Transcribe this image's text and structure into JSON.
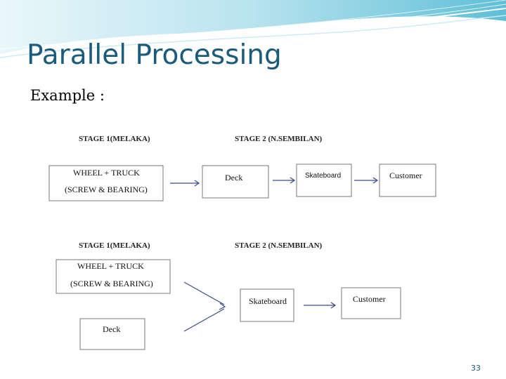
{
  "slide": {
    "title": "Parallel Processing",
    "subtitle": "Example :",
    "page_number": "33"
  },
  "diagram": {
    "top": {
      "stage1_header": "STAGE 1(MELAKA)",
      "stage2_header": "STAGE 2 (N.SEMBILAN)",
      "box1_line1": "WHEEL + TRUCK",
      "box1_line2": "(SCREW & BEARING)",
      "box2": "Deck",
      "box3": "Skateboard",
      "box4": "Customer"
    },
    "bottom": {
      "stage1_header": "STAGE 1(MELAKA)",
      "stage2_header": "STAGE 2 (N.SEMBILAN)",
      "box1_line1": "WHEEL + TRUCK",
      "box1_line2": "(SCREW & BEARING)",
      "box2": "Deck",
      "box3": "Skateboard",
      "box4": "Customer"
    }
  },
  "colors": {
    "title": "#1a5a7a",
    "banner_accent": "#6fc3d8",
    "arrow": "#3a4a8a"
  }
}
